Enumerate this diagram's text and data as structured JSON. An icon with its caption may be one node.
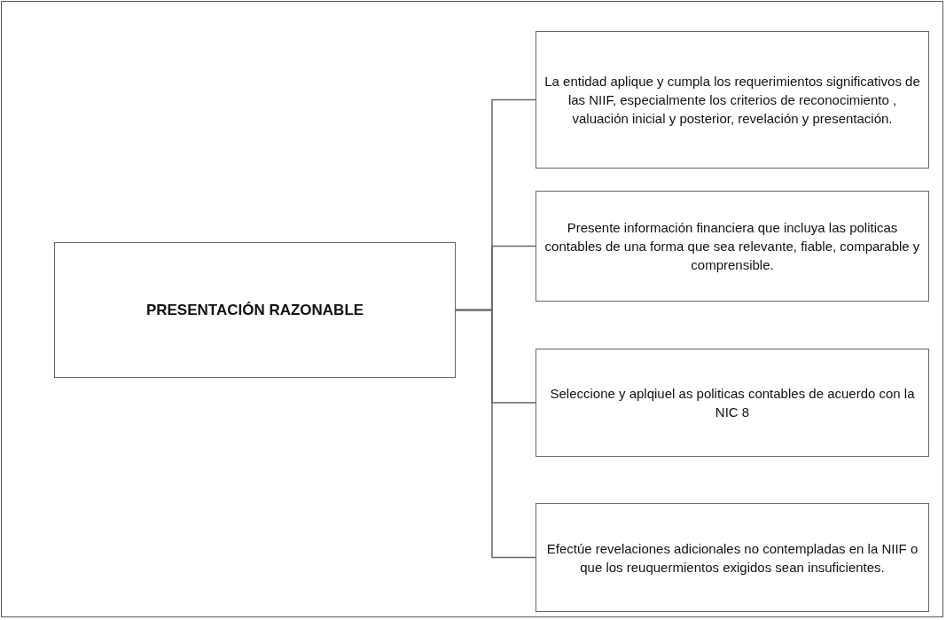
{
  "diagram": {
    "nodes": [
      {
        "text": [
          "PRESENTACIÓN RAZONABLE"
        ]
      },
      {
        "text": [
          "La entidad aplique y cumpla los requerimientos significativos de las NIIF, especialmente los criterios de reconocimiento , valuación inicial y posterior, revelación y presentación."
        ]
      },
      {
        "text": [
          "Presente información financiera que incluya las politicas contables de una forma que sea relevante, fiable, comparable y comprensible."
        ]
      },
      {
        "text": [
          "Seleccione y aplqiuel as politicas contables de acuerdo con la NIC 8"
        ]
      },
      {
        "text": [
          "Efectúe revelaciones adicionales no contempladas en la NIIF o que los reuquermientos exigidos sean insuficientes."
        ]
      }
    ],
    "edges": [
      {
        "from": 0,
        "to": 1,
        "arrow": "none"
      },
      {
        "from": 0,
        "to": 2,
        "arrow": "none"
      },
      {
        "from": 0,
        "to": 3,
        "arrow": "none"
      },
      {
        "from": 0,
        "to": 4,
        "arrow": "none"
      }
    ]
  }
}
